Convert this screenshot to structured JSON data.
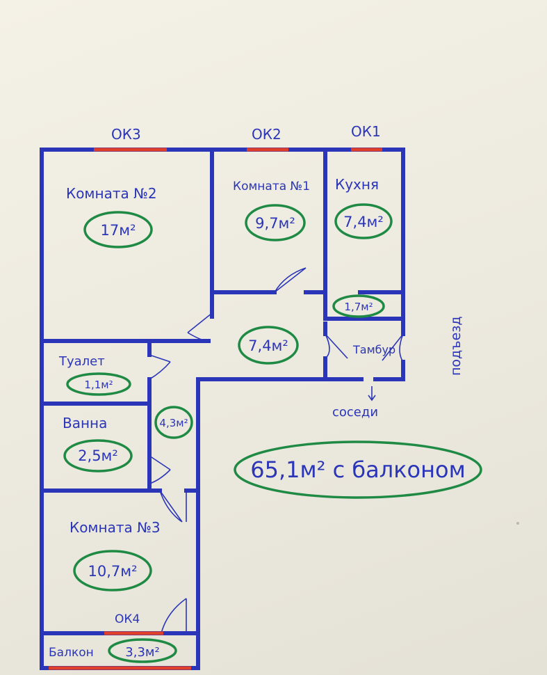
{
  "windows": [
    "ОК3",
    "ОК2",
    "ОК1",
    "ОК4"
  ],
  "rooms": {
    "room2": {
      "name": "Комната №2",
      "area": "17м²"
    },
    "room1": {
      "name": "Комната №1",
      "area": "9,7м²"
    },
    "kitchen": {
      "name": "Кухня",
      "area": "7,4м²"
    },
    "closet": {
      "area": "1,7м²"
    },
    "hall": {
      "area": "7,4м²"
    },
    "vestibule": {
      "name": "Тамбур"
    },
    "toilet": {
      "name": "Туалет",
      "area": "1,1м²"
    },
    "bath": {
      "name": "Ванна",
      "area": "2,5м²"
    },
    "corridor": {
      "area": "4,3м²"
    },
    "room3": {
      "name": "Комната №3",
      "area": "10,7м²"
    },
    "balcony": {
      "name": "Балкон",
      "area": "3,3м²"
    }
  },
  "labels": {
    "entrance": "подъезд",
    "neighbors": "соседи",
    "total": "65,1м² с балконом"
  },
  "colors": {
    "walls": "#2b35b8",
    "windows": "#e0402a",
    "area_ovals": "#1f8a44",
    "paper": "#efece2"
  }
}
